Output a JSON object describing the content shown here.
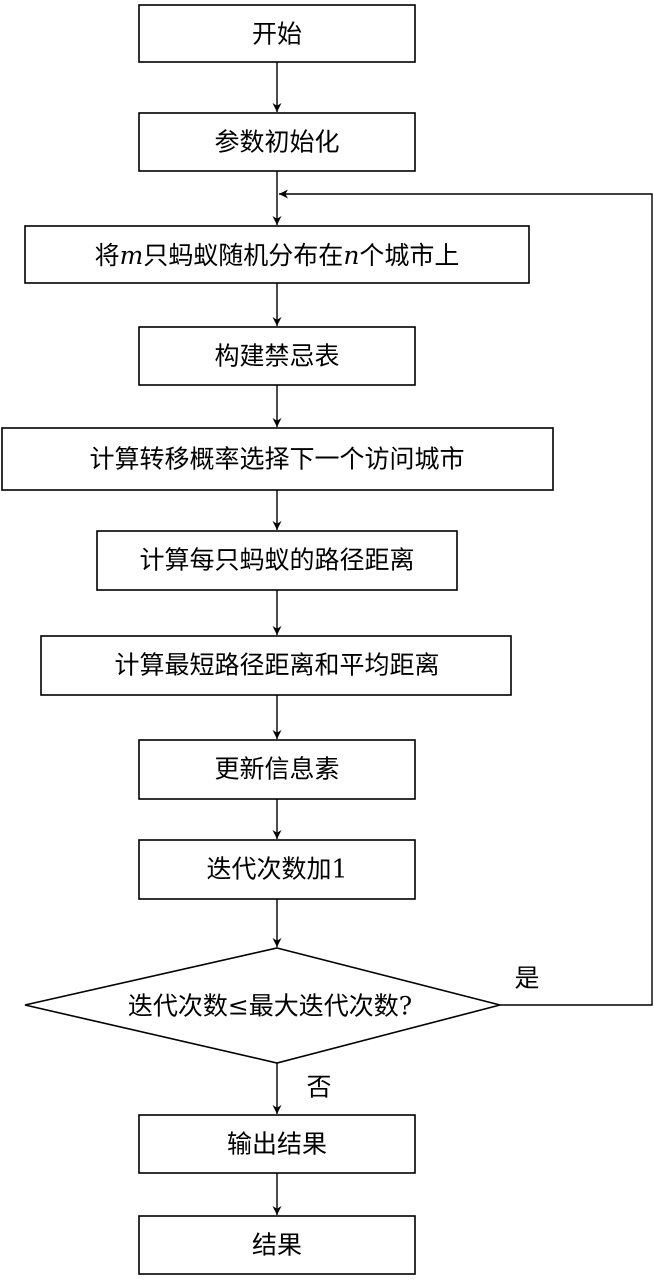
{
  "steps": {
    "start": "开始",
    "init": "参数初始化",
    "distribute": {
      "p1": "将",
      "m": "m",
      "p2": "只蚂蚁随机分布在",
      "n": "n",
      "p3": "个城市上"
    },
    "tabu": "构建禁忌表",
    "transition": "计算转移概率选择下一个访问城市",
    "path_each": "计算每只蚂蚁的路径距离",
    "shortest_avg": "计算最短路径距离和平均距离",
    "update": "更新信息素",
    "iter_inc": "迭代次数加1",
    "decision": "迭代次数≤最大迭代次数?",
    "yes": "是",
    "no": "否",
    "output": "输出结果",
    "result": "结果"
  }
}
